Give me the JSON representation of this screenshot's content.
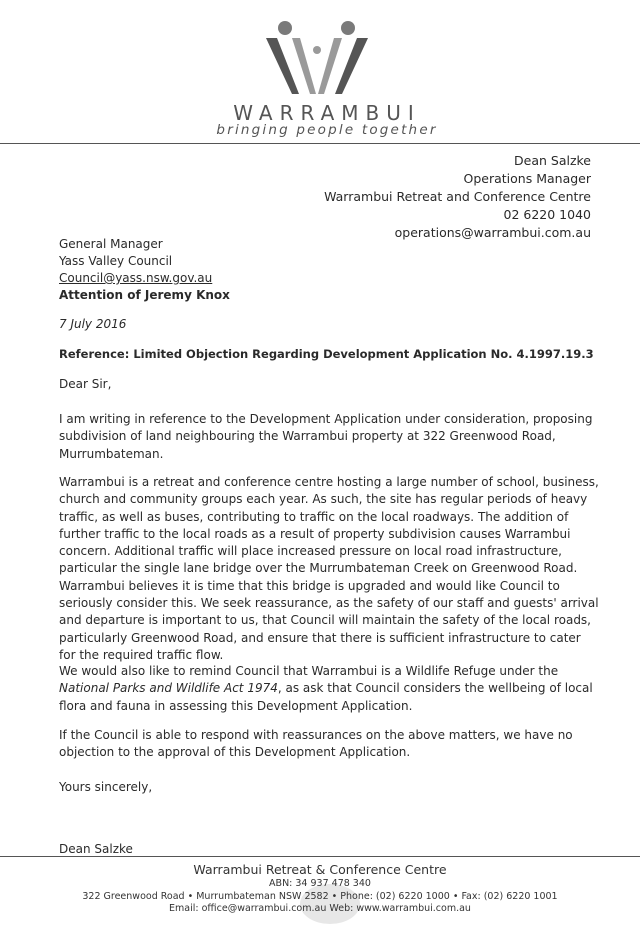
{
  "letterhead": {
    "brand": "WARRAMBUI",
    "tagline": "bringing people together",
    "logo_icon": "two-figures-w-logo-icon"
  },
  "sender": {
    "name": "Dean Salzke",
    "role": "Operations Manager",
    "organization": "Warrambui Retreat and Conference Centre",
    "phone": "02 6220 1040",
    "email": "operations@warrambui.com.au"
  },
  "recipient": {
    "title": "General Manager",
    "organization": "Yass Valley Council",
    "email": "Council@yass.nsw.gov.au",
    "attention": "Attention of Jeremy Knox"
  },
  "date": "7 July 2016",
  "reference": "Reference: Limited Objection Regarding Development Application No. 4.1997.19.3",
  "salutation": "Dear Sir,",
  "body": {
    "p1": "I am writing in reference to the Development Application under consideration, proposing subdivision of land neighbouring the Warrambui property at 322 Greenwood Road, Murrumbateman.",
    "p2": "Warrambui is a retreat and conference centre hosting a large number of school, business, church and community groups each year. As such, the site has regular periods of heavy traffic, as well as buses, contributing to traffic on the local roadways. The addition of further traffic to the local roads as a result of property subdivision causes Warrambui concern. Additional traffic will place increased pressure on local road infrastructure, particular the single lane bridge over the Murrumbateman Creek on Greenwood Road. Warrambui believes it is time that this bridge is upgraded and would like Council to seriously consider this. We seek reassurance, as the safety of our staff and guests' arrival and departure is important to us, that Council will maintain the safety of the local roads, particularly Greenwood Road, and ensure that there is sufficient infrastructure to cater for the required traffic flow.",
    "p3_before": "We would also like to remind Council that Warrambui is a Wildlife Refuge under the ",
    "p3_act": "National Parks and Wildlife Act 1974",
    "p3_after": ", as ask that Council considers the wellbeing of local flora and fauna in assessing this Development Application.",
    "p4": "If the Council is able to respond with reassurances on the above matters, we have no objection to the approval of this Development Application."
  },
  "closing": "Yours sincerely,",
  "signer": "Dean Salzke",
  "footer": {
    "name": "Warrambui Retreat & Conference Centre",
    "abn": "ABN: 34 937 478 340",
    "address": "322 Greenwood Road • Murrumbateman NSW 2582 • Phone: (02) 6220 1000 • Fax: (02) 6220 1001",
    "contact": "Email: office@warrambui.com.au Web: www.warrambui.com.au"
  },
  "colors": {
    "logo_dark": "#555555",
    "logo_light": "#9a9a9a",
    "text": "#2a2a2a"
  }
}
